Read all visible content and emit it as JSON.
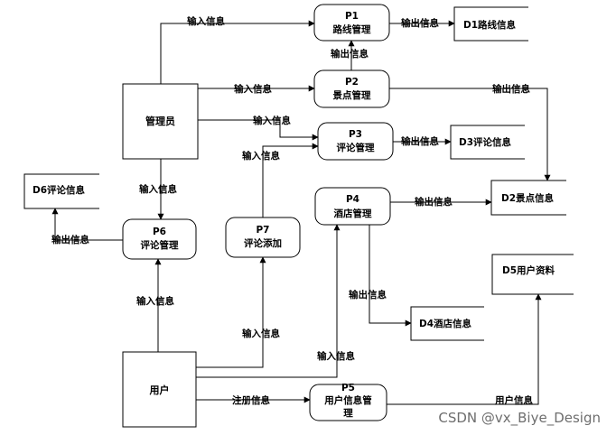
{
  "labels": {
    "input": "输入信息",
    "output": "输出信息",
    "register": "注册信息",
    "user_info": "用户信息"
  },
  "entities": {
    "admin": "管理员",
    "user": "用户"
  },
  "processes": {
    "p1": {
      "id": "P1",
      "name": "路线管理"
    },
    "p2": {
      "id": "P2",
      "name": "景点管理"
    },
    "p3": {
      "id": "P3",
      "name": "评论管理"
    },
    "p4": {
      "id": "P4",
      "name": "酒店管理"
    },
    "p5": {
      "id": "P5",
      "name_line1": "用户信息管",
      "name_line2": "理"
    },
    "p6": {
      "id": "P6",
      "name": "评论管理"
    },
    "p7": {
      "id": "P7",
      "name": "评论添加"
    }
  },
  "stores": {
    "d1": "D1路线信息",
    "d2": "D2景点信息",
    "d3": "D3评论信息",
    "d4": "D4酒店信息",
    "d5": "D5用户资料",
    "d6": "D6评论信息"
  },
  "watermark": "CSDN @vx_Biye_Design"
}
